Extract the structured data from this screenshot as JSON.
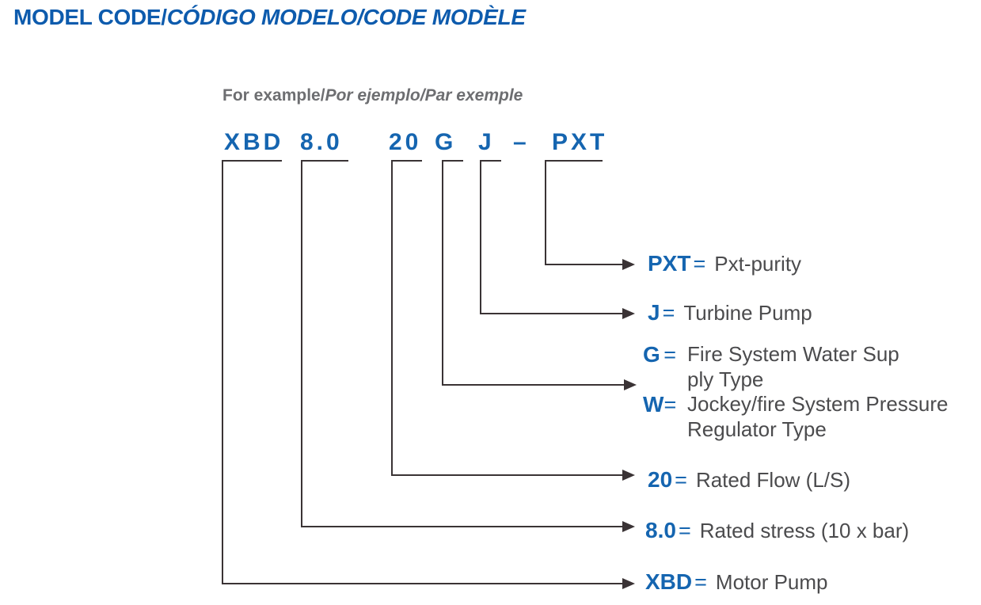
{
  "title": {
    "prefix": "MODEL CODE/",
    "italic": "CÓDIGO MODELO/CODE MODÈLE"
  },
  "example": {
    "prefix": "For example/",
    "italic": "Por ejemplo/Par exemple"
  },
  "model_code": {
    "parts": [
      "XBD",
      "8.0",
      "20",
      "G",
      "J",
      "–",
      "PXT"
    ]
  },
  "legend": {
    "pxt": {
      "code": "PXT",
      "eq": "=",
      "desc": "Pxt-purity"
    },
    "j": {
      "code": "J",
      "eq": "=",
      "desc": "Turbine Pump"
    },
    "g": {
      "code": "G",
      "eq": "=",
      "desc_line1": "Fire System Water Sup",
      "desc_line2": "ply Type"
    },
    "w": {
      "code": "W",
      "eq": "=",
      "desc_line1": "Jockey/fire System Pressure",
      "desc_line2": "Regulator Type"
    },
    "flow": {
      "code": "20",
      "eq": "=",
      "desc": "Rated Flow (L/S)"
    },
    "stress": {
      "code": "8.0",
      "eq": "=",
      "desc": "Rated stress (10 x bar)"
    },
    "pump": {
      "code": "XBD",
      "eq": "=",
      "desc": "Motor Pump"
    }
  },
  "colors": {
    "title_blue": "#0d5bad",
    "code_blue": "#1565b0",
    "desc_gray": "#4b4b4d",
    "caption_gray": "#6d6e71",
    "line": "#3a3335"
  }
}
